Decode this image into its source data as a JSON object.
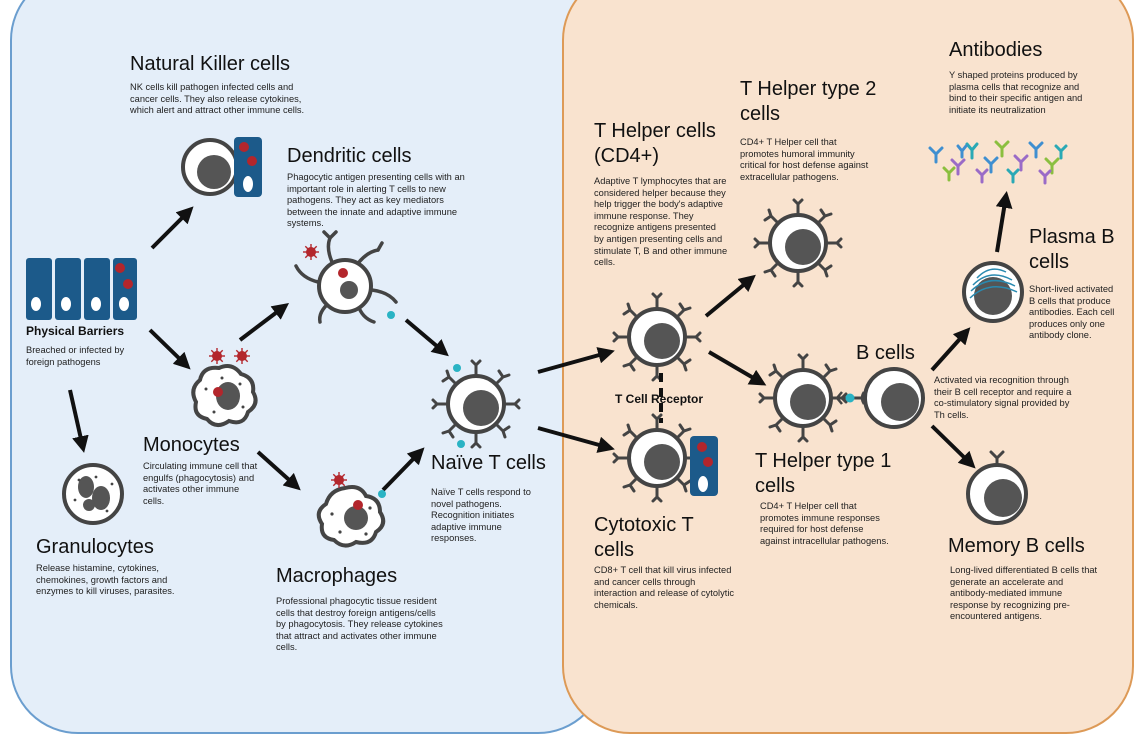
{
  "colors": {
    "innate_bg": "#e4eef9",
    "innate_border": "#6b9ecf",
    "adaptive_bg": "#f9e3cf",
    "adaptive_border": "#dd9a57",
    "cell_outline": "#4a4a4a",
    "nucleus": "#555555",
    "pathogen": "#b3262c",
    "barrier_blue": "#1c5a8a",
    "receptor_teal": "#2ab3c4"
  },
  "nodes": {
    "nk": {
      "title": "Natural Killer cells",
      "desc": "NK cells kill pathogen infected cells and cancer cells. They also release cytokines, which alert and attract other immune cells.",
      "icon": "nk-cell-icon"
    },
    "dendritic": {
      "title": "Dendritic cells",
      "desc": "Phagocytic antigen presenting cells with an important role in alerting T cells to new pathogens. They act as key mediators between the innate and adaptive immune systems.",
      "icon": "dendritic-cell-icon"
    },
    "barriers": {
      "title": "Physical Barriers",
      "desc": "Breached or infected by foreign pathogens",
      "icon": "physical-barrier-icon"
    },
    "monocytes": {
      "title": "Monocytes",
      "desc": "Circulating immune cell that engulfs (phagocytosis) and activates other immune cells.",
      "icon": "monocyte-icon"
    },
    "granulocytes": {
      "title": "Granulocytes",
      "desc": "Release histamine, cytokines, chemokines, growth factors and enzymes to kill viruses, parasites.",
      "icon": "granulocyte-icon"
    },
    "macrophages": {
      "title": "Macrophages",
      "desc": "Professional phagocytic tissue resident cells that destroy foreign antigens/cells by phagocytosis. They release cytokines that attract and activates other immune cells.",
      "icon": "macrophage-icon"
    },
    "naive_t": {
      "title": "Naïve T cells",
      "desc": "Naïve T cells respond to novel pathogens. Recognition initiates adaptive immune responses.",
      "icon": "naive-t-cell-icon"
    },
    "th_cd4": {
      "title": "T Helper cells (CD4+)",
      "desc": "Adaptive T lymphocytes that are considered helper because they help trigger the body's adaptive immune response. They recognize antigens presented by antigen presenting cells and stimulate T, B and other immune cells.",
      "icon": "t-helper-cell-icon"
    },
    "cytotoxic_t": {
      "title": "Cytotoxic T cells",
      "desc": "CD8+ T cell that kill virus infected and cancer cells through interaction and release of cytolytic chemicals.",
      "icon": "cytotoxic-t-cell-icon"
    },
    "th2": {
      "title": "T Helper type 2 cells",
      "desc": "CD4+ T Helper cell that promotes humoral immunity critical for host defense against extracellular pathogens.",
      "icon": "th2-cell-icon"
    },
    "th1": {
      "title": "T Helper type 1 cells",
      "desc": "CD4+ T Helper cell that promotes immune responses required for host defense against intracellular pathogens.",
      "icon": "th1-cell-icon"
    },
    "b_cells": {
      "title": "B cells",
      "desc": "Activated via recognition through their B cell receptor and require a co-stimulatory signal provided by Th cells.",
      "icon": "b-cell-icon"
    },
    "plasma_b": {
      "title": "Plasma B cells",
      "desc": "Short-lived activated B cells that produce antibodies. Each cell produces only one antibody clone.",
      "icon": "plasma-b-cell-icon"
    },
    "memory_b": {
      "title": "Memory B cells",
      "desc": "Long-lived differentiated B cells that generate an accelerate and antibody-mediated immune response by recognizing pre-encountered antigens.",
      "icon": "memory-b-cell-icon"
    },
    "antibodies": {
      "title": "Antibodies",
      "desc": "Y shaped proteins produced by plasma cells that recognize and bind to their specific antigen and initiate its neutralization",
      "icon": "antibodies-icon"
    }
  },
  "labels": {
    "t_cell_receptor": "T Cell Receptor"
  },
  "edges": [
    {
      "from": "Physical Barriers",
      "to": "Natural Killer cells"
    },
    {
      "from": "Physical Barriers",
      "to": "Monocytes"
    },
    {
      "from": "Physical Barriers",
      "to": "Granulocytes"
    },
    {
      "from": "Monocytes",
      "to": "Dendritic cells"
    },
    {
      "from": "Monocytes",
      "to": "Macrophages"
    },
    {
      "from": "Dendritic cells",
      "to": "Naïve T cells"
    },
    {
      "from": "Macrophages",
      "to": "Naïve T cells"
    },
    {
      "from": "Naïve T cells",
      "to": "T Helper cells (CD4+)"
    },
    {
      "from": "Naïve T cells",
      "to": "Cytotoxic T cells"
    },
    {
      "from": "T Helper cells (CD4+)",
      "to": "T Helper type 2 cells"
    },
    {
      "from": "T Helper cells (CD4+)",
      "to": "T Helper type 1 cells"
    },
    {
      "from": "B cells",
      "to": "Plasma B cells"
    },
    {
      "from": "B cells",
      "to": "Memory B cells"
    },
    {
      "from": "Plasma B cells",
      "to": "Antibodies"
    }
  ]
}
